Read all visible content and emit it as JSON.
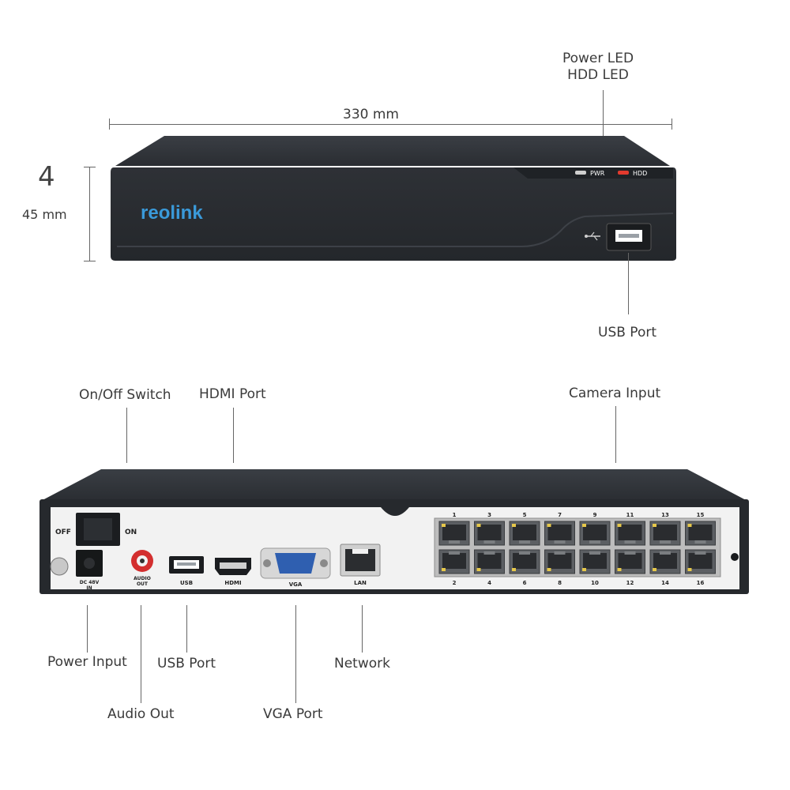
{
  "front": {
    "led_labels": [
      "Power LED",
      "HDD LED"
    ],
    "width_label": "330 mm",
    "height_digit": "4",
    "height_label": "45 mm",
    "brand": "reolink",
    "pwr_text": "PWR",
    "hdd_text": "HDD",
    "usb_label": "USB Port"
  },
  "back": {
    "callouts_top": {
      "onoff": "On/Off Switch",
      "hdmi": "HDMI Port",
      "camera": "Camera Input"
    },
    "callouts_bottom": {
      "power": "Power Input",
      "usb": "USB Port",
      "network": "Network",
      "audio": "Audio Out",
      "vga": "VGA Port"
    },
    "panel": {
      "off": "OFF",
      "on": "ON",
      "dc_line1": "DC 48V",
      "dc_line2": "IN",
      "audio_line1": "AUDIO",
      "audio_line2": "OUT",
      "usb": "USB",
      "hdmi": "HDMI",
      "vga": "VGA",
      "lan": "LAN",
      "ports_top": [
        "1",
        "3",
        "5",
        "7",
        "9",
        "11",
        "13",
        "15"
      ],
      "ports_bottom": [
        "2",
        "4",
        "6",
        "8",
        "10",
        "12",
        "14",
        "16"
      ]
    }
  },
  "colors": {
    "body": "#2b2e33",
    "led_power": "#cfcfcf",
    "led_hdd": "#e23a2e",
    "brand": "#3a9ad9",
    "panel": "#f2f2f2",
    "vga": "#2f5fb0",
    "audio": "#d32f2f"
  }
}
